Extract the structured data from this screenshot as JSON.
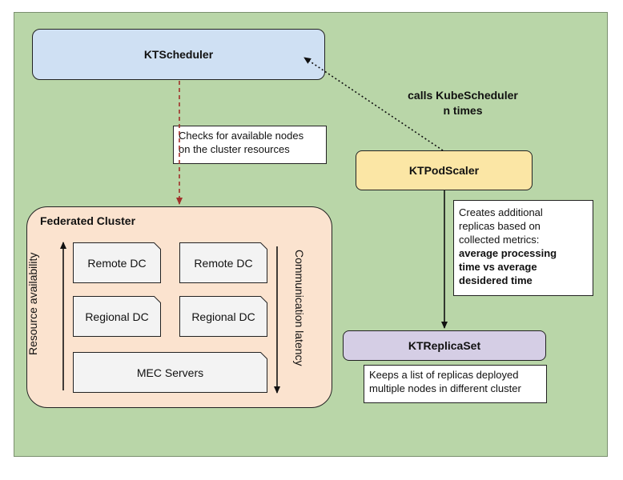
{
  "scheduler": {
    "label": "KTScheduler"
  },
  "podscaler": {
    "label": "KTPodScaler"
  },
  "replicaset": {
    "label": "KTReplicaSet"
  },
  "calls_label": {
    "line1": "calls KubeScheduler",
    "line2": "n times"
  },
  "checks_note": {
    "line1": "Checks for available nodes",
    "line2": "on the cluster resources"
  },
  "creates_note": {
    "line1": "Creates additional",
    "line2": "replicas based on",
    "line3": "collected metrics:",
    "bold1": "average processing",
    "bold2": "time vs average",
    "bold3": "desidered time"
  },
  "keeps_note": {
    "line1": "Keeps a list of replicas deployed",
    "line2": "multiple nodes in different cluster"
  },
  "federated": {
    "title": "Federated Cluster",
    "remote_dc_1": "Remote DC",
    "remote_dc_2": "Remote DC",
    "regional_dc_1": "Regional DC",
    "regional_dc_2": "Regional DC",
    "mec": "MEC Servers",
    "resource_axis": "Resource availability",
    "latency_axis": "Communication latency"
  },
  "colors": {
    "background": "#b9d6a8",
    "scheduler": "#cfe0f3",
    "podscaler": "#fbe6a5",
    "replicaset": "#d5cee5",
    "cluster": "#fbe3cf",
    "dashed_arrow": "#a0302a"
  }
}
